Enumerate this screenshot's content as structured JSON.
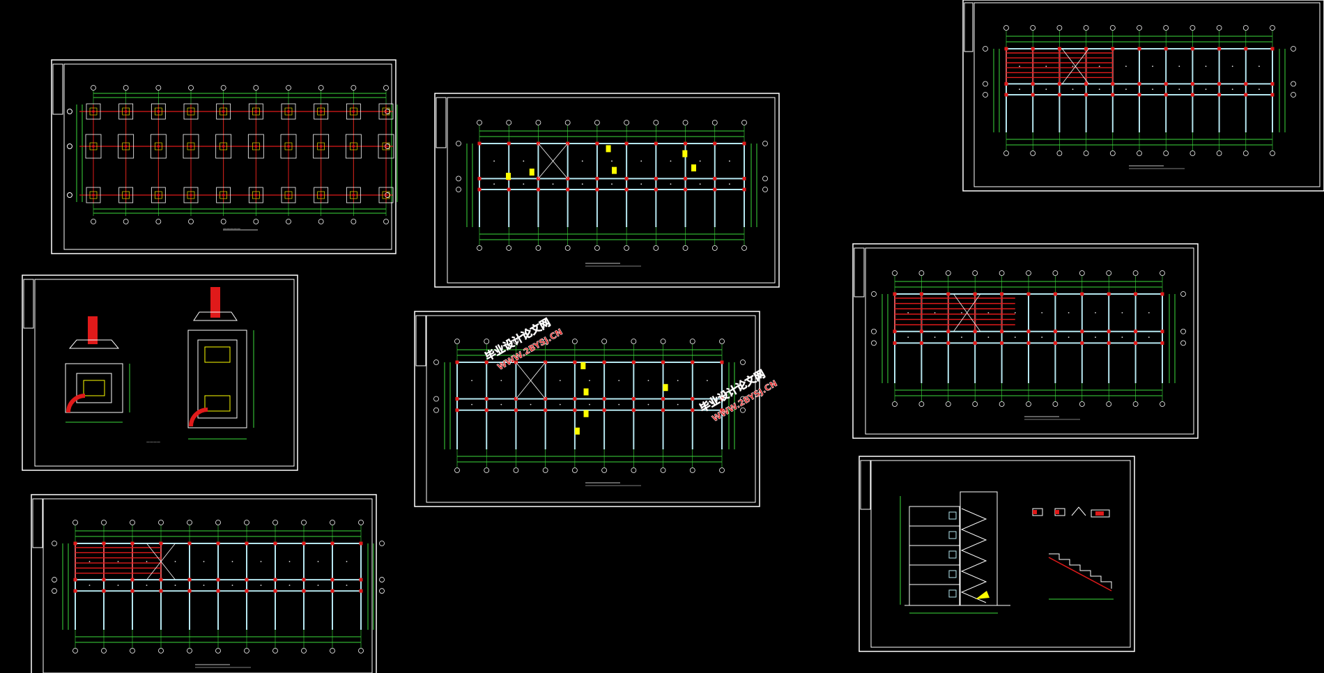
{
  "viewport": {
    "background": "#000000"
  },
  "colors": {
    "grid": "#3ddc3d",
    "beam": "#b6e7f0",
    "column": "#e01a1a",
    "annotation": "#ffff00",
    "frame": "#ffffff",
    "watermark": "#e01a1a"
  },
  "watermarks": [
    {
      "text": "毕业设计论文网",
      "sub": "WWW.2BYSJ.CN"
    },
    {
      "text": "毕业设计论文网",
      "sub": "WWW.2BYSJ.CN"
    }
  ],
  "sheets": [
    {
      "id": "foundation-plan",
      "kind": "foundation"
    },
    {
      "id": "floor-plan-a",
      "kind": "floor-bays"
    },
    {
      "id": "floor-plan-b",
      "kind": "floor-bays"
    },
    {
      "id": "floor-plan-c",
      "kind": "floor-bays"
    },
    {
      "id": "floor-plan-d",
      "kind": "floor-bays"
    },
    {
      "id": "beam-plan",
      "kind": "floor-bays"
    },
    {
      "id": "footing-details",
      "kind": "detail"
    },
    {
      "id": "stair-section",
      "kind": "section"
    }
  ]
}
